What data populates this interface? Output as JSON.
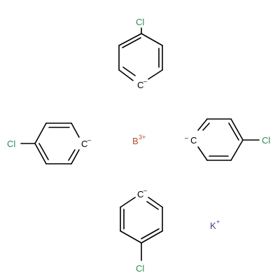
{
  "molecule": {
    "colors": {
      "chlorine": "#2e8b57",
      "carbon": "#000000",
      "boron": "#b5502e",
      "potassium": "#4b3a8f",
      "bond": "#000000"
    },
    "rings": [
      {
        "id": "top",
        "chlorine": "Cl",
        "carbanion": "C",
        "charge": "–"
      },
      {
        "id": "left",
        "chlorine": "Cl",
        "carbanion": "C",
        "charge": "–"
      },
      {
        "id": "right",
        "chlorine": "Cl",
        "carbanion": "C",
        "charge": "–"
      },
      {
        "id": "bottom",
        "chlorine": "Cl",
        "carbanion": "C",
        "charge": "–"
      }
    ],
    "boron": {
      "symbol": "B",
      "charge": "3+"
    },
    "potassium": {
      "symbol": "K",
      "charge": "+"
    }
  }
}
